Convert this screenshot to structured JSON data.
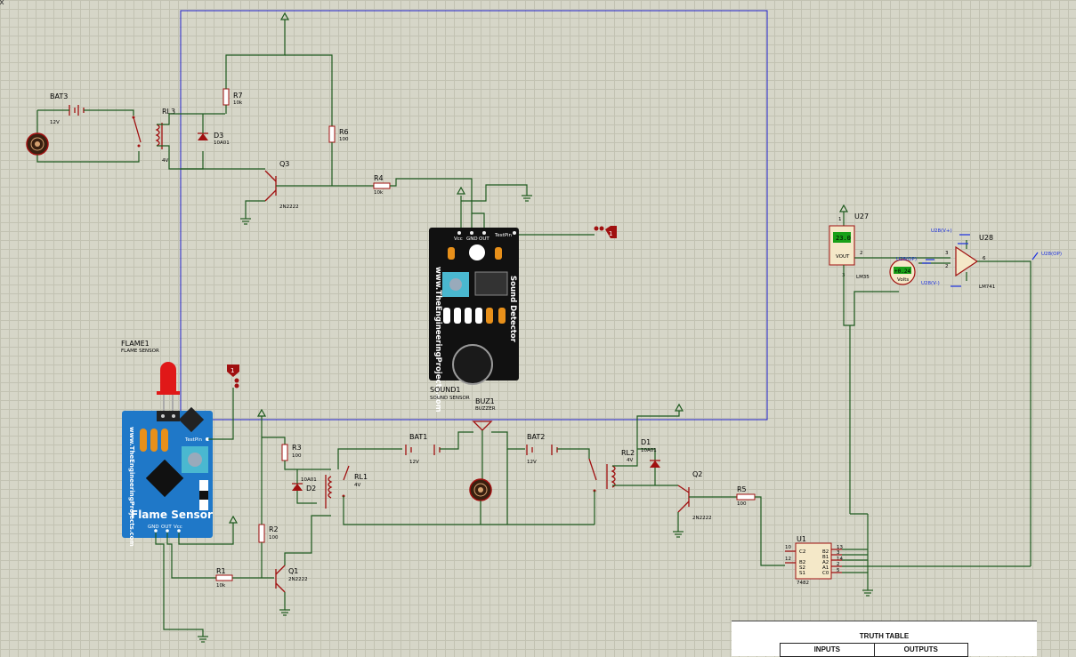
{
  "components": {
    "bat3": {
      "ref": "BAT3",
      "value": "12V"
    },
    "rl3": {
      "ref": "RL3",
      "value": "4V"
    },
    "r7": {
      "ref": "R7",
      "value": "10k"
    },
    "d3": {
      "ref": "D3",
      "value": "10A01"
    },
    "r6": {
      "ref": "R6",
      "value": "100"
    },
    "q3": {
      "ref": "Q3",
      "value": "2N2222"
    },
    "r4": {
      "ref": "R4",
      "value": "10k"
    },
    "sound1": {
      "ref": "SOUND1",
      "value": "SOUND SENSOR",
      "brand": "www.TheEngineeringProjects.com",
      "title": "Sound Detector",
      "pins": [
        "Vcc",
        "GND",
        "OUT"
      ],
      "testpin": "TestPin"
    },
    "flame1": {
      "ref": "FLAME1",
      "value": "FLAME SENSOR",
      "brand": "www.TheEngineeringProjects.com",
      "title": "Flame Sensor",
      "pins": [
        "GND",
        "OUT",
        "Vcc"
      ],
      "testpin": "TestPin"
    },
    "bat1": {
      "ref": "BAT1",
      "value": "12V"
    },
    "bat2": {
      "ref": "BAT2",
      "value": "12V"
    },
    "buz1": {
      "ref": "BUZ1",
      "value": "BUZZER"
    },
    "r3": {
      "ref": "R3",
      "value": "100"
    },
    "d2": {
      "ref": "D2",
      "value": "10A01"
    },
    "rl1": {
      "ref": "RL1",
      "value": "4V"
    },
    "r2": {
      "ref": "R2",
      "value": "100"
    },
    "r1": {
      "ref": "R1",
      "value": "10k"
    },
    "q1": {
      "ref": "Q1",
      "value": "2N2222"
    },
    "rl2": {
      "ref": "RL2",
      "value": "4V"
    },
    "d1": {
      "ref": "D1",
      "value": "10A01"
    },
    "q2": {
      "ref": "Q2",
      "value": "2N2222"
    },
    "r5": {
      "ref": "R5",
      "value": "100"
    },
    "u1": {
      "ref": "U1",
      "value": "7482",
      "pins_left": [
        "10",
        "C2",
        "12",
        "B2",
        "S2",
        "S1"
      ],
      "pins_right": [
        "13",
        "B2",
        "3",
        "B1",
        "14",
        "A2",
        "2",
        "A1",
        "5",
        "C0"
      ]
    },
    "u27": {
      "ref": "U27",
      "value": "LM35",
      "display": "23.0",
      "label": "VOUT",
      "pins": [
        "1",
        "2",
        "3"
      ]
    },
    "voltmeter": {
      "unit": "Volts",
      "display": "+0.24"
    },
    "u28": {
      "ref": "U28",
      "value": "LM741",
      "pins": [
        "3",
        "2",
        "6"
      ],
      "probes": [
        "U28(V+)",
        "U28(V-)",
        "U28(OP)",
        "U28(OP)"
      ]
    }
  },
  "markers": {
    "sound_marker": "1",
    "flame_marker": "1"
  },
  "truth_table": {
    "title": "TRUTH TABLE",
    "col_inputs": "INPUTS",
    "col_outputs": "OUTPUTS"
  },
  "colors": {
    "wire": "#1e5a1e",
    "component": "#a01010",
    "border": "#2222cc",
    "board": "#111111",
    "flame_board": "#1f78c8"
  }
}
